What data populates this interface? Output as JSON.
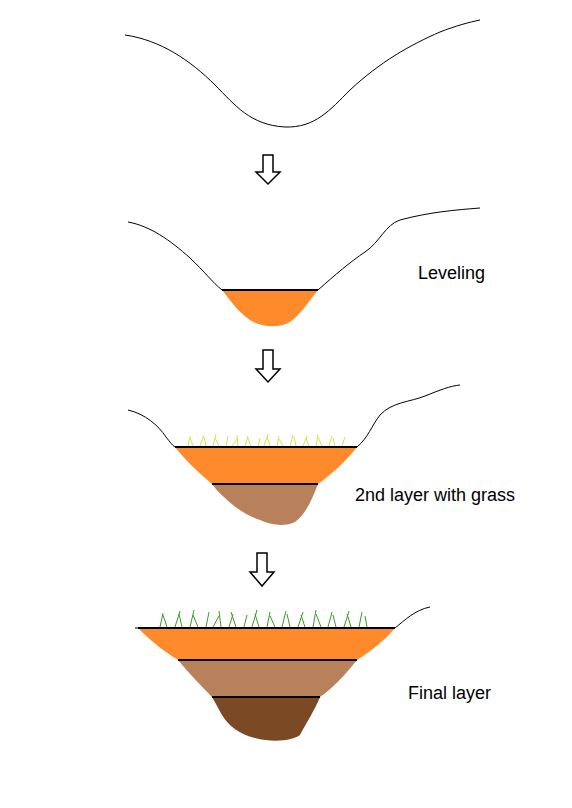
{
  "diagram": {
    "labels": [
      "Leveling",
      "2nd layer with grass",
      "Final layer"
    ]
  }
}
